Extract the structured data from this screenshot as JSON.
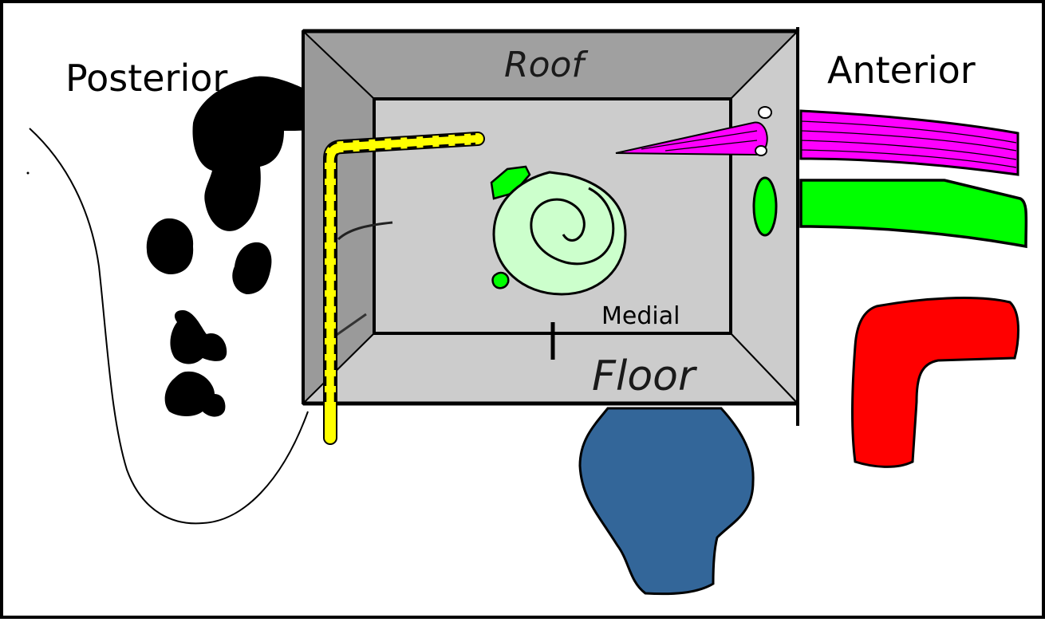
{
  "diagram": {
    "type": "orbit-schematic",
    "labels": {
      "posterior": "Posterior",
      "anterior": "Anterior",
      "roof": "Roof",
      "floor": "Floor",
      "medial": "Medial"
    },
    "colors": {
      "roof_wall": "#a0a0a0",
      "side_wall": "#9a9a9a",
      "inner_wall": "#cccccc",
      "floor_wall": "#cccccc",
      "optic_nerve_yellow": "#ffff00",
      "spiral_fill": "#ccffcc",
      "green": "#00ff00",
      "magenta": "#ff00ff",
      "blue_sinus": "#336699",
      "red_structure": "#ff0000",
      "black_blobs": "#000000",
      "outline": "#000000",
      "background": "#ffffff"
    },
    "structures": [
      {
        "id": "orbit-box",
        "description": "Orbit cavity drawn as open box (roof, floor, medial wall, lateral wall)"
      },
      {
        "id": "yellow-dashed-path",
        "description": "Yellow dashed L-shaped path along posterior wall"
      },
      {
        "id": "spiral-structure",
        "description": "Light green spiral with two bright green nodules"
      },
      {
        "id": "magenta-band",
        "description": "Magenta striated band extending anteriorly"
      },
      {
        "id": "green-band",
        "description": "Bright green band extending anteriorly"
      },
      {
        "id": "green-oval",
        "description": "Small green oval on anterior rim"
      },
      {
        "id": "red-bent-structure",
        "description": "Red L-shaped structure"
      },
      {
        "id": "blue-sinus",
        "description": "Blue vase-shaped structure below floor"
      },
      {
        "id": "black-clusters",
        "description": "Black irregular clusters posterior"
      },
      {
        "id": "posterior-outline",
        "description": "Thin outline curve posterior"
      }
    ]
  }
}
